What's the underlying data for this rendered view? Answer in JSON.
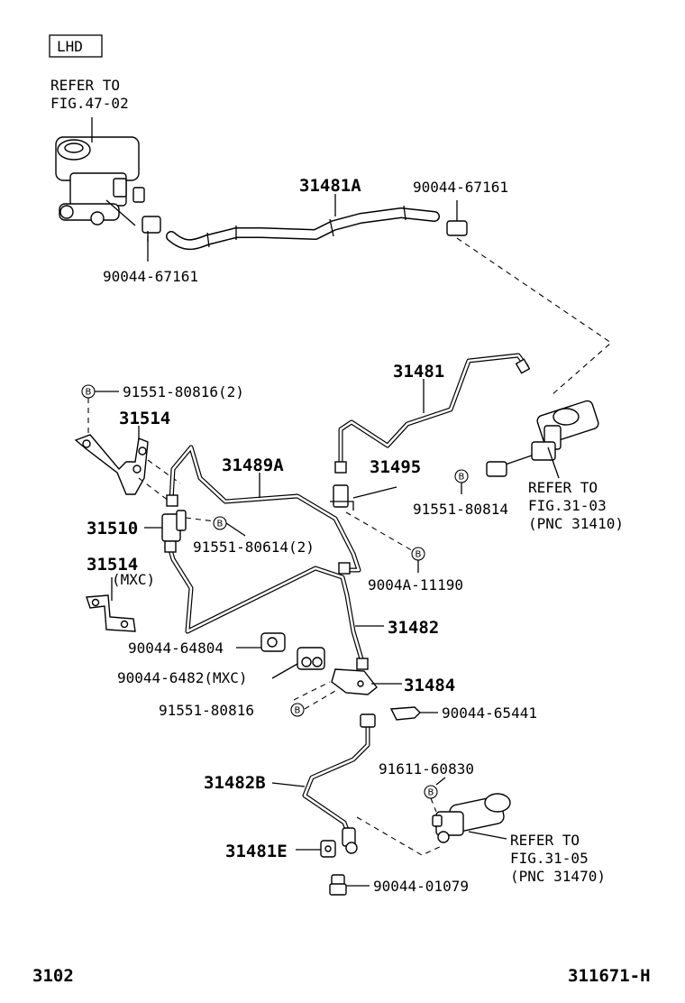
{
  "header": {
    "variant": "LHD"
  },
  "refs": {
    "master_cyl": [
      "REFER TO",
      "FIG.47-02"
    ],
    "clutch_master": [
      "REFER TO",
      "FIG.31-03",
      "(PNC 31410)"
    ],
    "release_cyl": [
      "REFER TO",
      "FIG.31-05",
      "(PNC 31470)"
    ]
  },
  "bolt_marker": "B",
  "labels": {
    "hose_31481A": "31481A",
    "clip_top_right": "90044-67161",
    "clip_top_left": "90044-67161",
    "tube_31481": "31481",
    "bolt_91551_80816_2": "91551-80816(2)",
    "bracket_31514": "31514",
    "tube_31489A": "31489A",
    "clamp_31495": "31495",
    "bolt_91551_80814": "91551-80814",
    "union_31510": "31510",
    "bolt_91551_80614_2": "91551-80614(2)",
    "bolt_9004A_11190": "9004A-11190",
    "bracket_31514_mxc": "31514",
    "mxc_note": "(MXC)",
    "tube_31482": "31482",
    "clamp_90044_64804": "90044-64804",
    "clamp_90044_64820": "90044-6482(MXC)",
    "bracket_31484": "31484",
    "bolt_91551_80816": "91551-80816",
    "clip_90044_65441": "90044-65441",
    "bolt_91611_60830": "91611-60830",
    "hose_31482B": "31482B",
    "gasket_31481E": "31481E",
    "bolt_90044_01079": "90044-01079"
  },
  "footer": {
    "page": "3102",
    "code": "311671-H"
  }
}
